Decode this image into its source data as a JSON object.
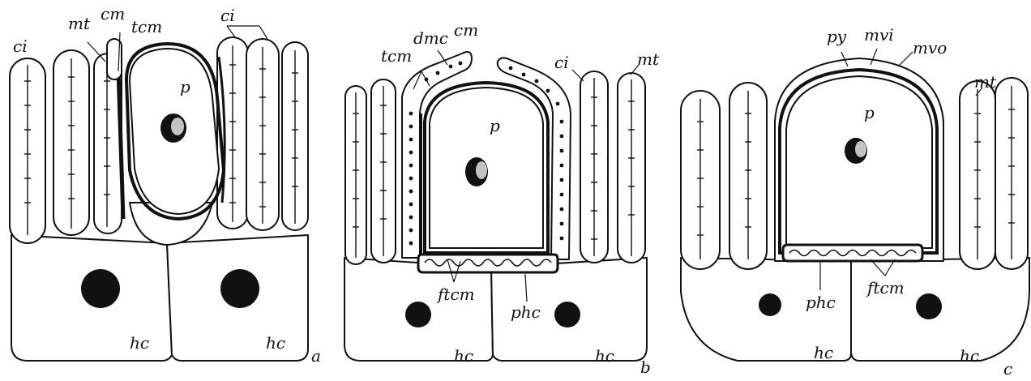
{
  "panels": [
    {
      "id": "a",
      "letter": "a",
      "labels": {
        "ci_left": "ci",
        "mt": "mt",
        "cm": "cm",
        "tcm": "tcm",
        "ci_right": "ci",
        "p": "p",
        "hc_left": "hc",
        "hc_right": "hc"
      }
    },
    {
      "id": "b",
      "letter": "b",
      "labels": {
        "tcm": "tcm",
        "dmc": "dmc",
        "cm": "cm",
        "ci": "ci",
        "mt": "mt",
        "p": "p",
        "ftcm": "ftcm",
        "phc": "phc",
        "hc_left": "hc",
        "hc_right": "hc"
      }
    },
    {
      "id": "c",
      "letter": "c",
      "labels": {
        "py": "py",
        "mvi": "mvi",
        "mvo": "mvo",
        "mt": "mt",
        "p": "p",
        "phc": "phc",
        "ftcm": "ftcm",
        "hc_left": "hc",
        "hc_right": "hc"
      }
    }
  ]
}
